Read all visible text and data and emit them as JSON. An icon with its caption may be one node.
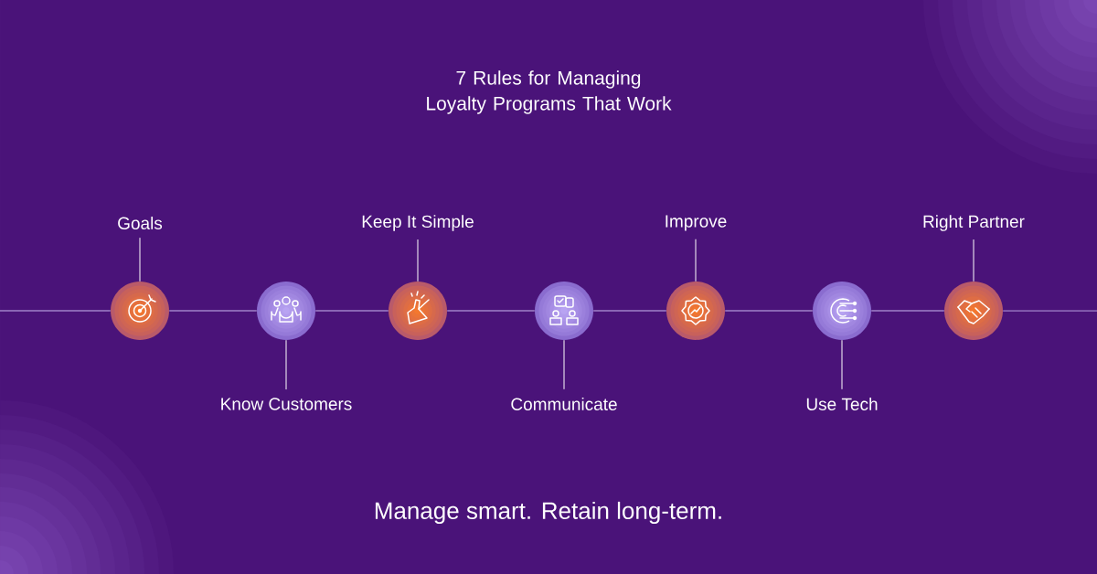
{
  "diagram": {
    "title": "7 Rules for Managing Loyalty Programs That Work",
    "nodes": [
      {
        "text": [],
        "shape": "circle"
      },
      {
        "text": [],
        "shape": "circle"
      },
      {
        "text": [],
        "shape": "circle"
      },
      {
        "text": [],
        "shape": "circle"
      },
      {
        "text": [],
        "shape": "circle"
      },
      {
        "text": [],
        "shape": "circle"
      },
      {
        "text": [],
        "shape": "circle"
      },
      {
        "text": [
          "Goals"
        ]
      },
      {
        "text": [
          "Know Customers"
        ]
      },
      {
        "text": [
          "Keep It Simple"
        ]
      },
      {
        "text": [
          "Communicate"
        ]
      },
      {
        "text": [
          "Improve"
        ]
      },
      {
        "text": [
          "Use Tech"
        ]
      },
      {
        "text": [
          "Right Partner"
        ]
      }
    ],
    "edges": [
      {
        "from": null,
        "to": 0,
        "arrow": "none"
      },
      {
        "from": 0,
        "to": 1,
        "arrow": "none"
      },
      {
        "from": 1,
        "to": 2,
        "arrow": "none"
      },
      {
        "from": 2,
        "to": 3,
        "arrow": "none"
      },
      {
        "from": 3,
        "to": 4,
        "arrow": "none"
      },
      {
        "from": 4,
        "to": 5,
        "arrow": "none"
      },
      {
        "from": 5,
        "to": 6,
        "arrow": "none"
      },
      {
        "from": 6,
        "to": null,
        "arrow": "none"
      },
      {
        "from": 7,
        "to": 0,
        "arrow": "none"
      },
      {
        "from": 8,
        "to": 1,
        "arrow": "none"
      },
      {
        "from": 9,
        "to": 2,
        "arrow": "none"
      },
      {
        "from": 10,
        "to": 3,
        "arrow": "none"
      },
      {
        "from": 11,
        "to": 4,
        "arrow": "none"
      },
      {
        "from": 12,
        "to": 5,
        "arrow": "none"
      },
      {
        "from": 13,
        "to": 6,
        "arrow": "none"
      }
    ],
    "labels": [
      "Manage smart. Retain long-term."
    ]
  }
}
